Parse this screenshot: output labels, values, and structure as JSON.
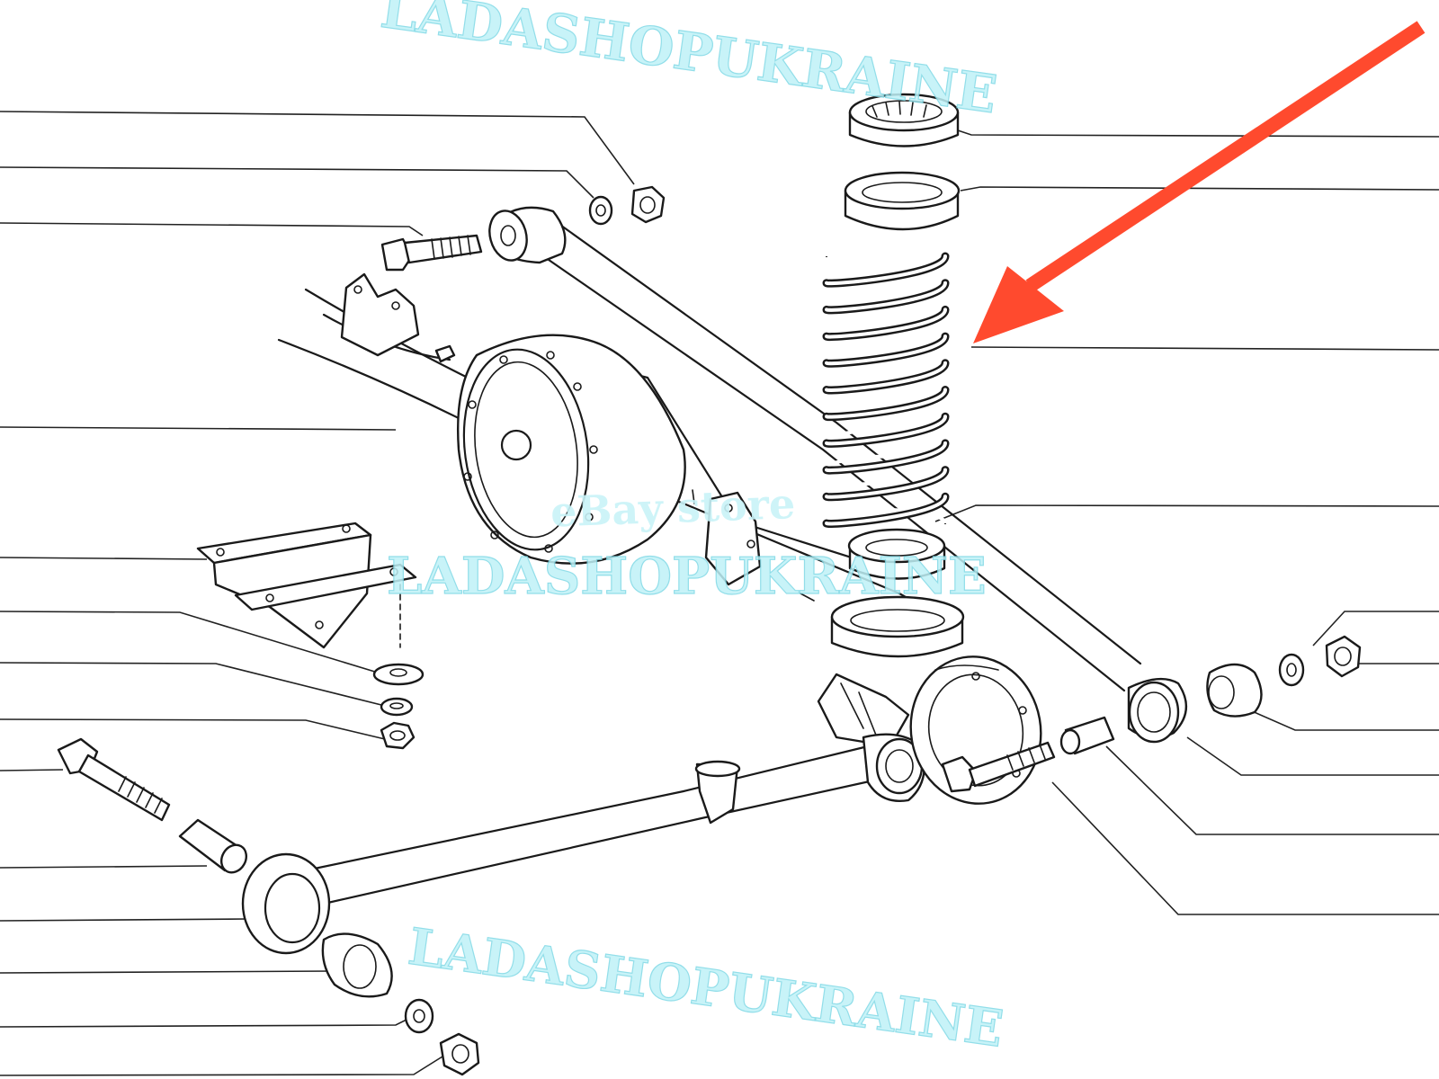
{
  "watermark": {
    "top_text": "LADASHOPUKRAINE",
    "middle_store": "eBay store",
    "middle_text": "LADASHOPUKRAINE",
    "bottom_text": "LADASHOPUKRAINE",
    "color": "#7fd9e6"
  },
  "arrow": {
    "color": "#ff4a2e",
    "points_to": "coil-spring"
  },
  "line_color": "#1a1a1a"
}
